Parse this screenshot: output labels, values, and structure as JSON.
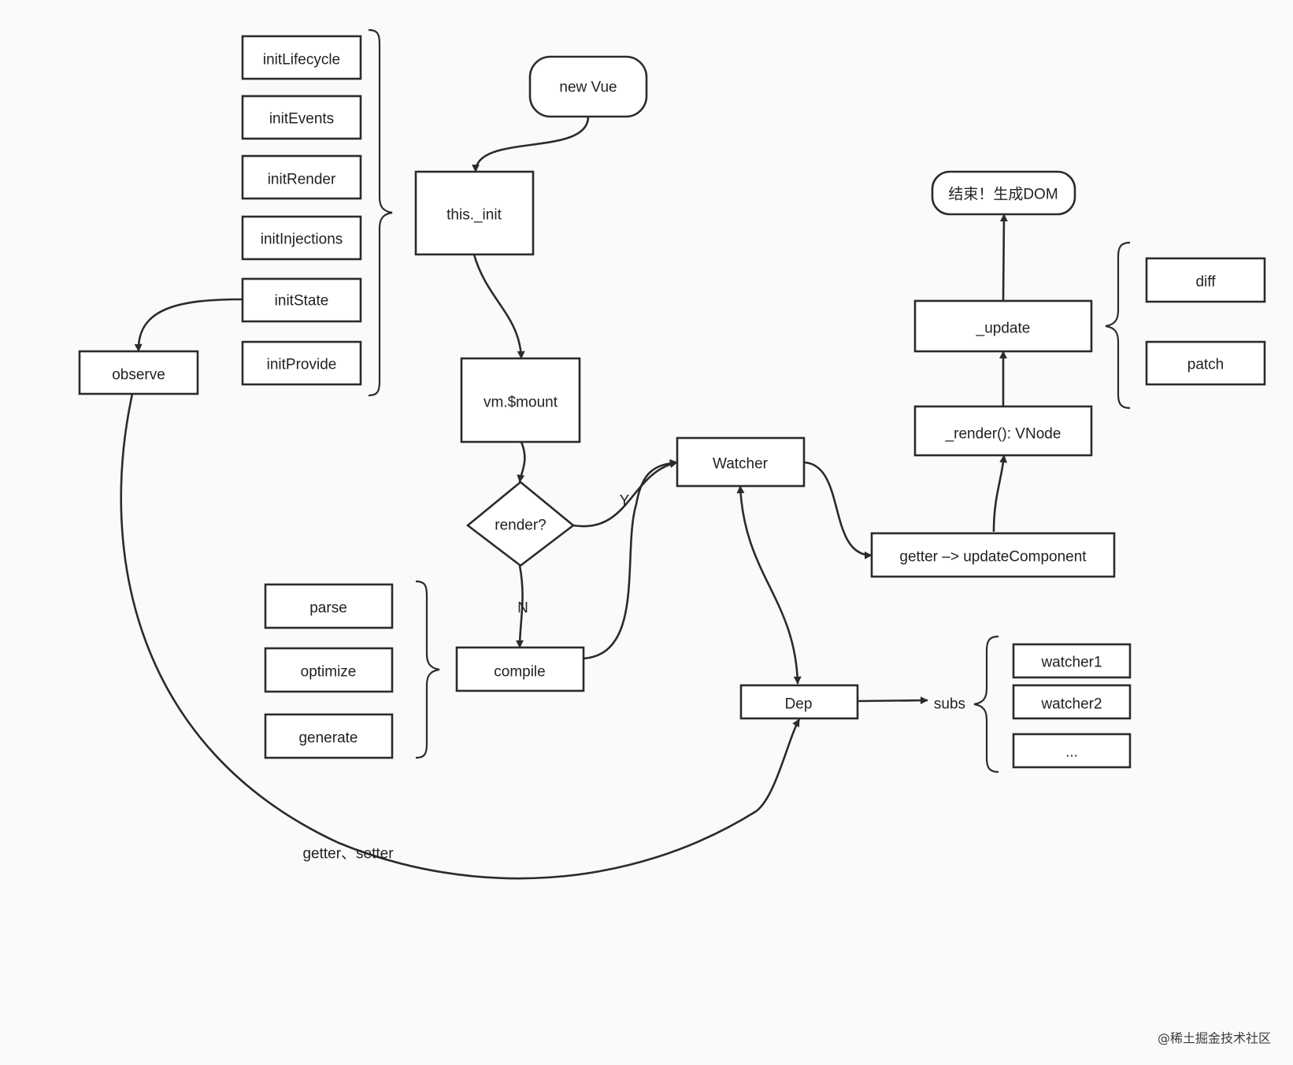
{
  "nodes": {
    "new_vue": "new Vue",
    "this_init": "this._init",
    "init_lifecycle": "initLifecycle",
    "init_events": "initEvents",
    "init_render": "initRender",
    "init_injections": "initInjections",
    "init_state": "initState",
    "init_provide": "initProvide",
    "observe": "observe",
    "vm_mount": "vm.$mount",
    "render_decision": "render?",
    "compile": "compile",
    "parse": "parse",
    "optimize": "optimize",
    "generate": "generate",
    "watcher": "Watcher",
    "getter_update": "getter –> updateComponent",
    "render_vnode": "_render(): VNode",
    "update": "_update",
    "end_dom": "结束！生成DOM",
    "diff": "diff",
    "patch": "patch",
    "dep": "Dep",
    "subs": "subs",
    "watcher1": "watcher1",
    "watcher2": "watcher2",
    "ellipsis": "..."
  },
  "edge_labels": {
    "yes": "Y",
    "no": "N",
    "getter_setter": "getter、setter"
  },
  "watermark": "@稀土掘金技术社区",
  "colors": {
    "background": "#fafafa",
    "stroke": "#2b2b2b",
    "node_fill": "#ffffff",
    "text": "#222222"
  }
}
